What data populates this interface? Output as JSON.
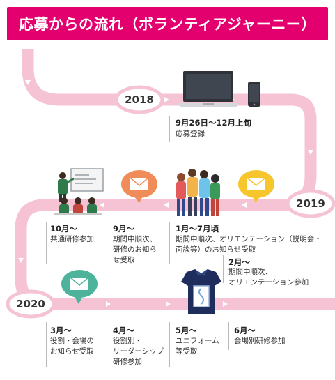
{
  "title": "応募からの流れ（ボランティアジャーニー）",
  "colors": {
    "banner": "#e3006e",
    "path": "#f6c3d4",
    "arrow": "#ffffff",
    "bubble_orange": "#f08c5a",
    "bubble_yellow": "#f7c52c",
    "bubble_teal": "#4db39a"
  },
  "years": [
    "2018",
    "2019",
    "2020"
  ],
  "steps": [
    {
      "date": "9月26日〜12月上旬",
      "desc": [
        "応募登録"
      ]
    },
    {
      "date": "10月〜",
      "desc": [
        "共通研修参加"
      ]
    },
    {
      "date": "9月〜",
      "desc": [
        "期間中順次、",
        "研修のお知ら",
        "せ受取"
      ]
    },
    {
      "date": "1月〜7月頃",
      "desc": [
        "期間中順次、オリエンテーション（説明会・",
        "面談等）のお知らせ受取"
      ]
    },
    {
      "date": "2月〜",
      "desc": [
        "期間中順次、",
        "オリエンテーション参加"
      ]
    },
    {
      "date": "3月〜",
      "desc": [
        "役割・会場の",
        "お知らせ受取"
      ]
    },
    {
      "date": "4月〜",
      "desc": [
        "役割別・",
        "リーダーシップ",
        "研修参加"
      ]
    },
    {
      "date": "5月〜",
      "desc": [
        "ユニフォーム",
        "等受取"
      ]
    },
    {
      "date": "6月〜",
      "desc": [
        "会場別研修参加"
      ]
    }
  ],
  "icons": {
    "laptop": "laptop-icon",
    "phone": "smartphone-icon",
    "presentation": "training-presentation-icon",
    "people": "volunteers-group-icon",
    "uniform": "uniform-icon",
    "mail": "mail-bubble-icon"
  }
}
